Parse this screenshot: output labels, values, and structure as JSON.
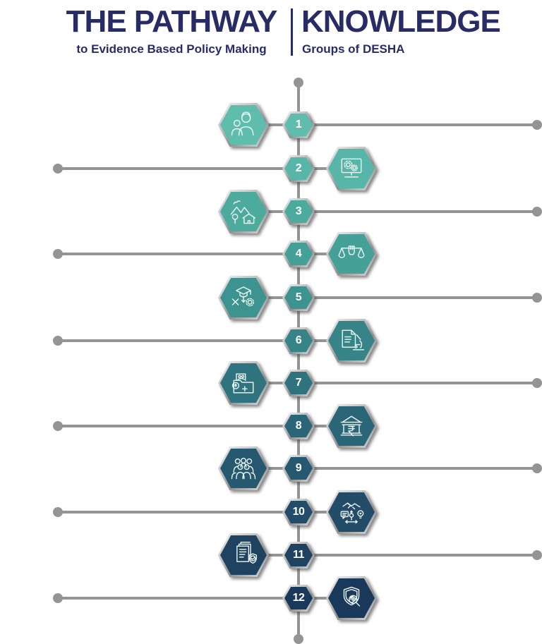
{
  "header": {
    "title_left": "THE PATHWAY",
    "subtitle_left": "to Evidence Based Policy Making",
    "title_right": "KNOWLEDGE",
    "subtitle_right": "Groups of DESHA",
    "title_color": "#282c66"
  },
  "timeline": {
    "line_color": "#949494",
    "steps_total": 12,
    "items": [
      {
        "number": "1",
        "icon": "mother-child-icon",
        "side": "left",
        "color": "#5ebdad"
      },
      {
        "number": "2",
        "icon": "computer-gears-icon",
        "side": "right",
        "color": "#57b6a7"
      },
      {
        "number": "3",
        "icon": "rural-landscape-icon",
        "side": "left",
        "color": "#4dab9e"
      },
      {
        "number": "4",
        "icon": "justice-scales-icon",
        "side": "right",
        "color": "#45a197"
      },
      {
        "number": "5",
        "icon": "education-skills-icon",
        "side": "left",
        "color": "#3d938f"
      },
      {
        "number": "6",
        "icon": "research-microscope-icon",
        "side": "right",
        "color": "#368487"
      },
      {
        "number": "7",
        "icon": "health-records-icon",
        "side": "left",
        "color": "#2f737f"
      },
      {
        "number": "8",
        "icon": "bank-rupee-icon",
        "side": "right",
        "color": "#2a6578"
      },
      {
        "number": "9",
        "icon": "population-group-icon",
        "side": "left",
        "color": "#265870"
      },
      {
        "number": "10",
        "icon": "collaboration-icon",
        "side": "right",
        "color": "#224c68"
      },
      {
        "number": "11",
        "icon": "policy-documents-icon",
        "side": "left",
        "color": "#1e4260"
      },
      {
        "number": "12",
        "icon": "security-shield-icon",
        "side": "right",
        "color": "#1a3859"
      }
    ]
  }
}
